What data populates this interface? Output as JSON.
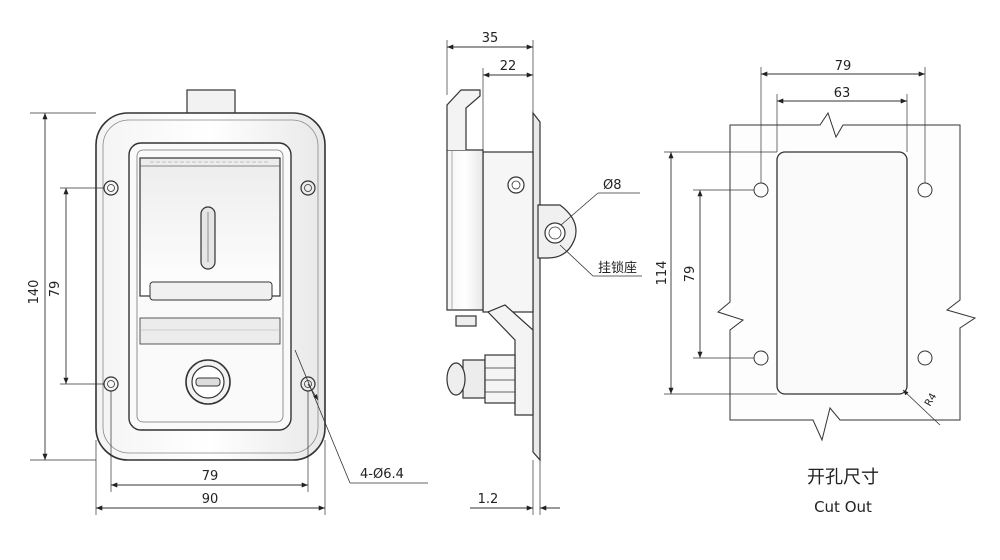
{
  "front_view": {
    "dim_height": "140",
    "dim_hole_vertical": "79",
    "dim_hole_horizontal": "79",
    "dim_width": "90",
    "hole_callout": "4-Ø6.4"
  },
  "side_view": {
    "dim_depth_total": "35",
    "dim_depth_inner": "22",
    "dim_plate": "1.2",
    "padlock_hole_dia": "Ø8",
    "padlock_seat_label": "挂锁座"
  },
  "cutout_view": {
    "dim_hole_spacing": "79",
    "dim_opening_width": "63",
    "dim_opening_height": "114",
    "dim_hole_vertical": "79",
    "corner_radius": "R4",
    "caption_cn": "开孔尺寸",
    "caption_en": "Cut Out"
  }
}
